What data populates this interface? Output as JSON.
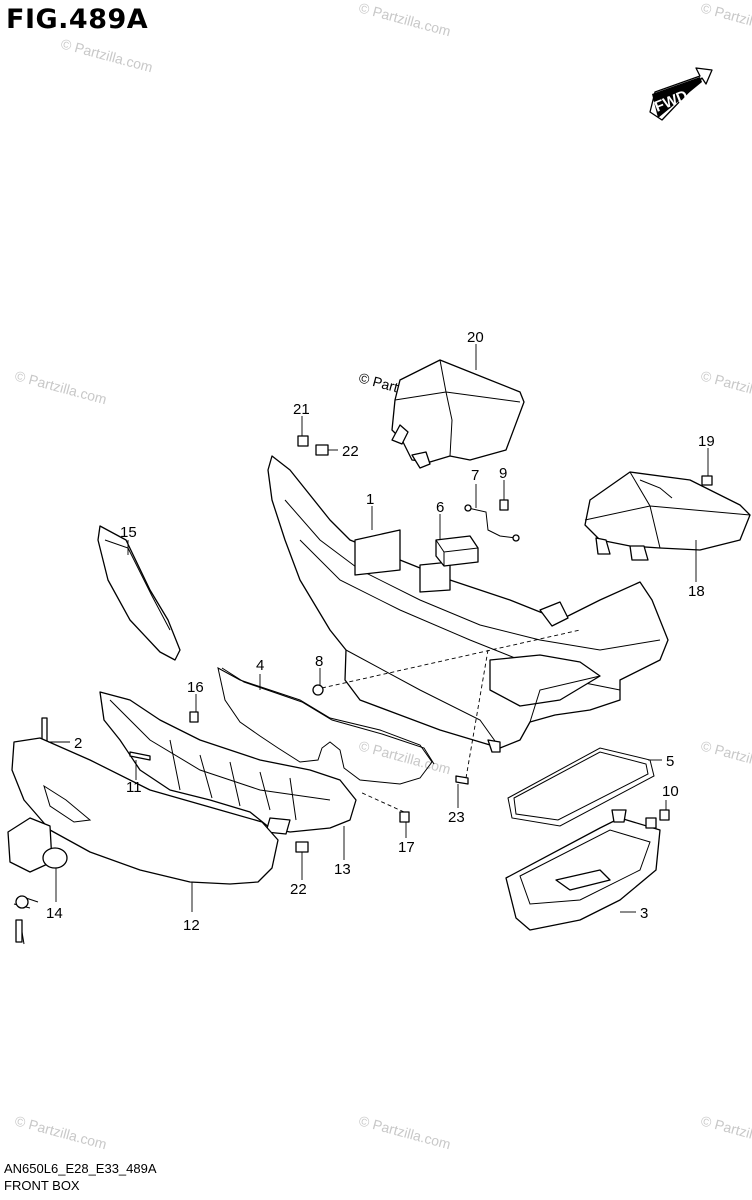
{
  "header": {
    "figure_label": "FIG.489A"
  },
  "orientation": {
    "arrow_label": "FWD"
  },
  "footer": {
    "code": "AN650L6_E28_E33_489A",
    "section": "FRONT BOX"
  },
  "watermark": {
    "text": "© Partzilla.com"
  },
  "callouts": [
    "1",
    "2",
    "3",
    "4",
    "5",
    "6",
    "7",
    "8",
    "9",
    "10",
    "11",
    "12",
    "13",
    "14",
    "15",
    "16",
    "17",
    "18",
    "19",
    "20",
    "21",
    "22",
    "22",
    "23"
  ]
}
